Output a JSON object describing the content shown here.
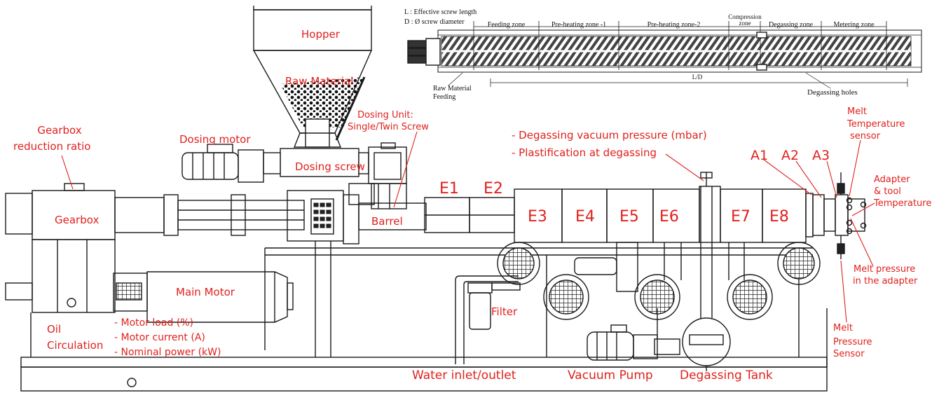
{
  "legend": {
    "l_def": "L : Effective screw length",
    "d_def": "D : Ø screw diameter"
  },
  "screw_zones": {
    "feeding": "Feeding zone",
    "preheat1": "Pre-heating zone -1",
    "preheat2": "Pre-heating zone-2",
    "compression": "Compression zone",
    "degassing": "Degassing zone",
    "metering": "Metering zone",
    "ld": "L/D",
    "raw_feed_line1": "Raw Material",
    "raw_feed_line2": "Feeding",
    "degassing_holes": "Degassing holes"
  },
  "labels": {
    "hopper": "Hopper",
    "raw_material": "Raw Material",
    "gearbox_ratio_1": "Gearbox",
    "gearbox_ratio_2": "reduction ratio",
    "gearbox": "Gearbox",
    "dosing_motor": "Dosing motor",
    "dosing_unit_1": "Dosing Unit:",
    "dosing_unit_2": "Single/Twin Screw",
    "dosing_screw": "Dosing screw",
    "barrel": "Barrel",
    "degas_vac": "-   Degassing vacuum pressure (mbar)",
    "plast": "-   Plastification at degassing",
    "main_motor": "Main Motor",
    "oil_circ_1": "Oil",
    "oil_circ_2": "Circulation",
    "motor_load": "- Motor load (%)",
    "motor_current": "- Motor current (A)",
    "nominal_power": "- Nominal power (kW)",
    "filter": "Filter",
    "water": "Water inlet/outlet",
    "vacuum_pump": "Vacuum Pump",
    "degassing_tank": "Degassing Tank",
    "melt_temp_1": "Melt",
    "melt_temp_2": "Temperature",
    "melt_temp_3": "sensor",
    "adapter_1": "Adapter",
    "adapter_2": "& tool",
    "adapter_3": "Temperature",
    "melt_p_adapter_1": "Melt pressure",
    "melt_p_adapter_2": "in the adapter",
    "melt_p_sensor_1": "Melt",
    "melt_p_sensor_2": "Pressure",
    "melt_p_sensor_3": "Sensor"
  },
  "heater_zones": [
    "E1",
    "E2",
    "E3",
    "E4",
    "E5",
    "E6",
    "E7",
    "E8"
  ],
  "adapter_zones": [
    "A1",
    "A2",
    "A3"
  ],
  "colors": {
    "annotation": "#e0211d",
    "drawing": "#1a1a1a"
  }
}
